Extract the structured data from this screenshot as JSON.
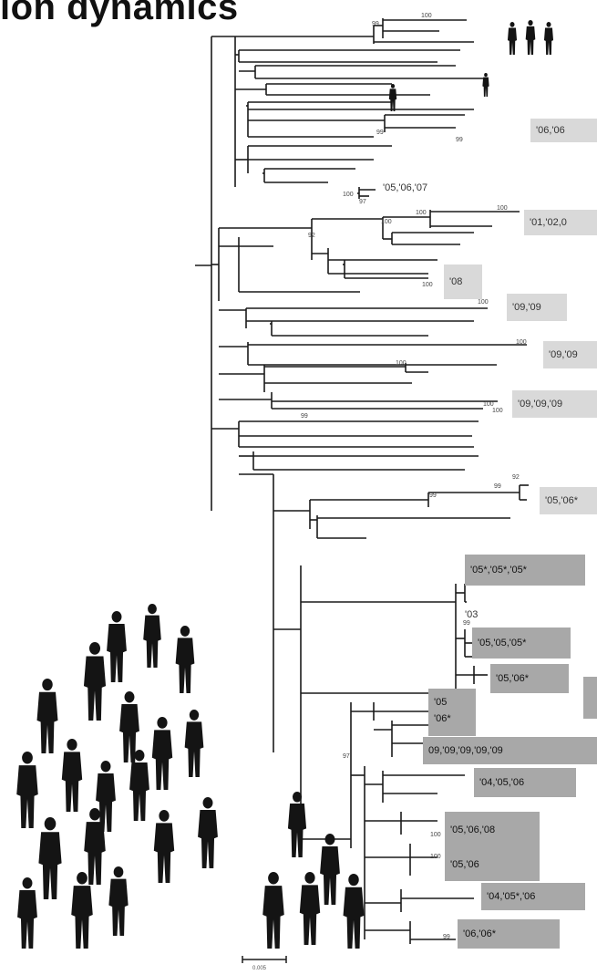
{
  "title": "ion dynamics",
  "labels": [
    {
      "text": "'06,'06",
      "style": "light"
    },
    {
      "text": "'05,'06,'07",
      "style": "plain"
    },
    {
      "text": "'01,'02,0",
      "style": "light"
    },
    {
      "text": "'08",
      "style": "light"
    },
    {
      "text": "'09,'09",
      "style": "light"
    },
    {
      "text": "'09,'09",
      "style": "light"
    },
    {
      "text": "'09,'09,'09",
      "style": "light"
    },
    {
      "text": "'05,'06*",
      "style": "light"
    },
    {
      "text": "'05*,'05*,'05*",
      "style": "dark"
    },
    {
      "text": "'03",
      "style": "plain"
    },
    {
      "text": "'05,'05,'05*",
      "style": "dark"
    },
    {
      "text": "'05,'06*",
      "style": "dark"
    },
    {
      "text": "'05",
      "style": "dark"
    },
    {
      "text": "'06*",
      "style": "dark"
    },
    {
      "text": "09,'09,'09,'09,'09",
      "style": "dark"
    },
    {
      "text": "'04,'05,'06",
      "style": "dark"
    },
    {
      "text": "'05,'06,'08",
      "style": "dark"
    },
    {
      "text": "'05,'06",
      "style": "dark"
    },
    {
      "text": "'04,'05*,'06",
      "style": "dark"
    },
    {
      "text": "'06,'06*",
      "style": "dark"
    }
  ],
  "bootstrap": [
    "99",
    "100",
    "99",
    "99",
    "100",
    "97",
    "100",
    "100",
    "100",
    "92",
    "100",
    "100",
    "100",
    "100",
    "100",
    "100",
    "99",
    "92",
    "99",
    "99",
    "99",
    "97",
    "100",
    "100",
    "99"
  ],
  "scale_bar": "0.005",
  "colors": {
    "branch": "#1a1a1a",
    "silhouette": "#141414",
    "light_box": "#d9d9d9",
    "dark_box": "#a8a8a8"
  }
}
